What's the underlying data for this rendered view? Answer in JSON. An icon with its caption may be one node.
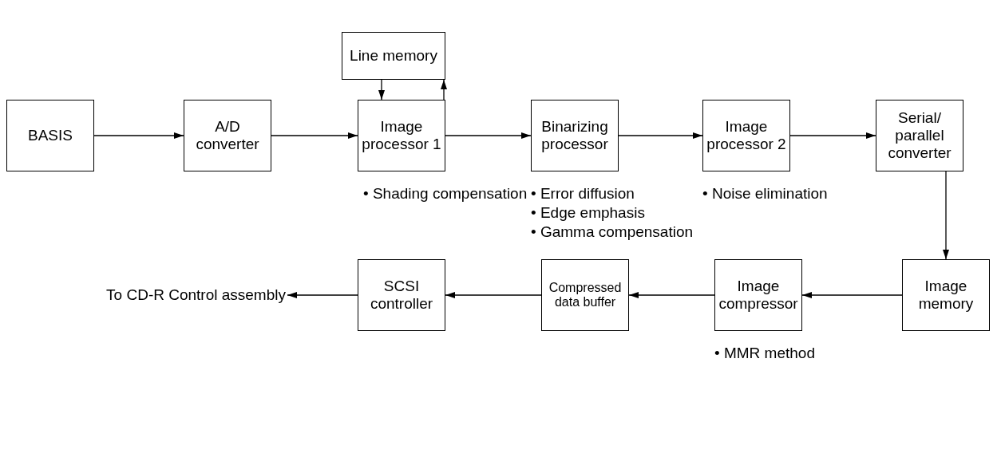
{
  "diagram": {
    "nodes": [
      {
        "text": [
          "Line memory"
        ]
      },
      {
        "text": [
          "BASIS"
        ]
      },
      {
        "text": [
          "A/D converter"
        ]
      },
      {
        "text": [
          "Image processor 1"
        ],
        "beside": [
          "• Shading compensation"
        ]
      },
      {
        "text": [
          "Binarizing processor"
        ],
        "beside": [
          "• Error diffusion",
          "• Edge emphasis",
          "• Gamma compensation"
        ]
      },
      {
        "text": [
          "Image processor 2"
        ],
        "beside": [
          "• Noise elimination"
        ]
      },
      {
        "text": [
          "Serial/ parallel converter"
        ]
      },
      {
        "text": [
          "Image memory"
        ]
      },
      {
        "text": [
          "Image compressor"
        ],
        "beside": [
          "• MMR method"
        ]
      },
      {
        "text": [
          "Compressed data buffer"
        ]
      },
      {
        "text": [
          "SCSI controller"
        ]
      },
      {
        "text": [
          "To CD-R Control assembly"
        ]
      }
    ],
    "edges": [
      {
        "from": 1,
        "to": 2,
        "arrow": "to"
      },
      {
        "from": 2,
        "to": 3,
        "arrow": "to"
      },
      {
        "from": 0,
        "to": 3,
        "arrow": "to"
      },
      {
        "from": 3,
        "to": 0,
        "arrow": "to"
      },
      {
        "from": 3,
        "to": 4,
        "arrow": "to"
      },
      {
        "from": 4,
        "to": 5,
        "arrow": "to"
      },
      {
        "from": 5,
        "to": 6,
        "arrow": "to"
      },
      {
        "from": 6,
        "to": 7,
        "arrow": "to"
      },
      {
        "from": 7,
        "to": 8,
        "arrow": "to"
      },
      {
        "from": 8,
        "to": 9,
        "arrow": "to"
      },
      {
        "from": 9,
        "to": 10,
        "arrow": "to"
      },
      {
        "from": 10,
        "to": 11,
        "arrow": "to"
      }
    ]
  }
}
